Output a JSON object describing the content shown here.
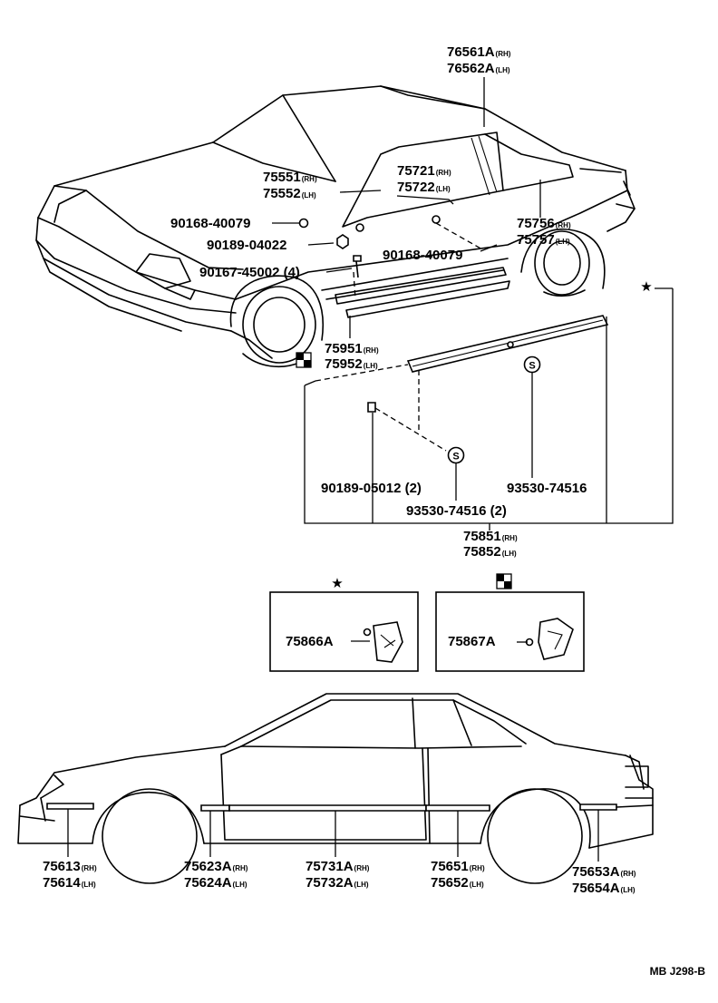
{
  "labels": {
    "p76561A": {
      "num": "76561A",
      "side": "(RH)"
    },
    "p76562A": {
      "num": "76562A",
      "side": "(LH)"
    },
    "p75551": {
      "num": "75551",
      "side": "(RH)"
    },
    "p75552": {
      "num": "75552",
      "side": "(LH)"
    },
    "p75721": {
      "num": "75721",
      "side": "(RH)"
    },
    "p75722": {
      "num": "75722",
      "side": "(LH)"
    },
    "p90168a": {
      "num": "90168-40079"
    },
    "p90189a": {
      "num": "90189-04022"
    },
    "p90167": {
      "num": "90167-45002 (4)"
    },
    "p75756": {
      "num": "75756",
      "side": "(RH)"
    },
    "p75757": {
      "num": "75757",
      "side": "(LH)"
    },
    "p90168b": {
      "num": "90168-40079"
    },
    "p75951": {
      "num": "75951",
      "side": "(RH)"
    },
    "p75952": {
      "num": "75952",
      "side": "(LH)"
    },
    "p90189b": {
      "num": "90189-05012 (2)"
    },
    "p93530a": {
      "num": "93530-74516"
    },
    "p93530b": {
      "num": "93530-74516 (2)"
    },
    "p75851": {
      "num": "75851",
      "side": "(RH)"
    },
    "p75852": {
      "num": "75852",
      "side": "(LH)"
    },
    "p75866A": {
      "num": "75866A"
    },
    "p75867A": {
      "num": "75867A"
    },
    "p75613": {
      "num": "75613",
      "side": "(RH)"
    },
    "p75614": {
      "num": "75614",
      "side": "(LH)"
    },
    "p75623A": {
      "num": "75623A",
      "side": "(RH)"
    },
    "p75624A": {
      "num": "75624A",
      "side": "(LH)"
    },
    "p75731A": {
      "num": "75731A",
      "side": "(RH)"
    },
    "p75732A": {
      "num": "75732A",
      "side": "(LH)"
    },
    "p75651": {
      "num": "75651",
      "side": "(RH)"
    },
    "p75652": {
      "num": "75652",
      "side": "(LH)"
    },
    "p75653A": {
      "num": "75653A",
      "side": "(RH)"
    },
    "p75654A": {
      "num": "75654A",
      "side": "(LH)"
    }
  },
  "markers": {
    "star": "★",
    "s_symbol": "S"
  },
  "reference": "MB J298-B"
}
